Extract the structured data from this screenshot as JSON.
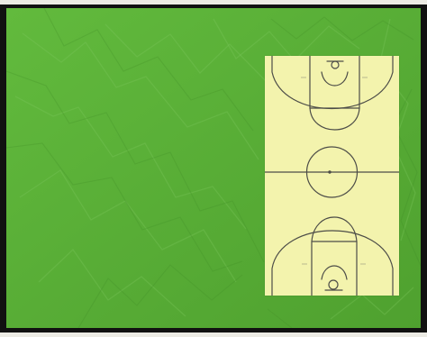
{
  "scene": {
    "background_color": "#ecebe4",
    "frame_color": "#111111",
    "board_color": "#5fb63a",
    "paper_color": "#f3f3ad",
    "line_color": "#4d4d48"
  },
  "drawing": {
    "subject": "basketball-court",
    "elements": [
      "sideline",
      "baseline",
      "half-court-line",
      "center-circle",
      "three-point-line",
      "free-throw-lane",
      "free-throw-circle",
      "restricted-area-arc",
      "basket"
    ]
  }
}
